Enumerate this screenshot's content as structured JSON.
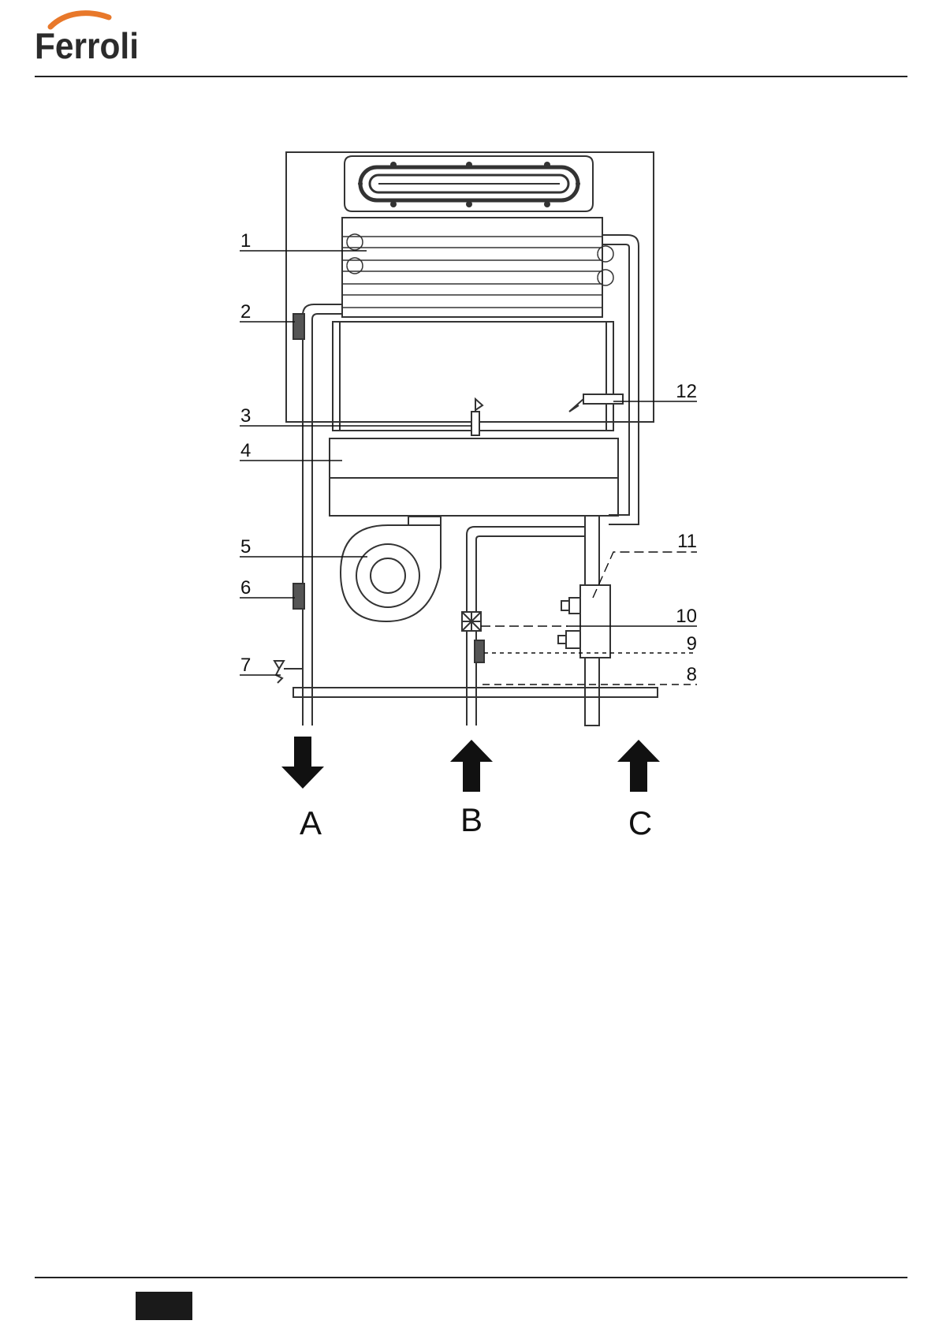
{
  "header": {
    "brand_name": "Ferroli",
    "brand_color": "#e8782a"
  },
  "diagram": {
    "callouts": [
      "1",
      "2",
      "3",
      "4",
      "5",
      "6",
      "7",
      "8",
      "9",
      "10",
      "11",
      "12"
    ],
    "flows": [
      {
        "label": "A",
        "direction": "down"
      },
      {
        "label": "B",
        "direction": "up"
      },
      {
        "label": "C",
        "direction": "up"
      }
    ]
  },
  "footer": {
    "page_marker_color": "#1a1a1a"
  }
}
